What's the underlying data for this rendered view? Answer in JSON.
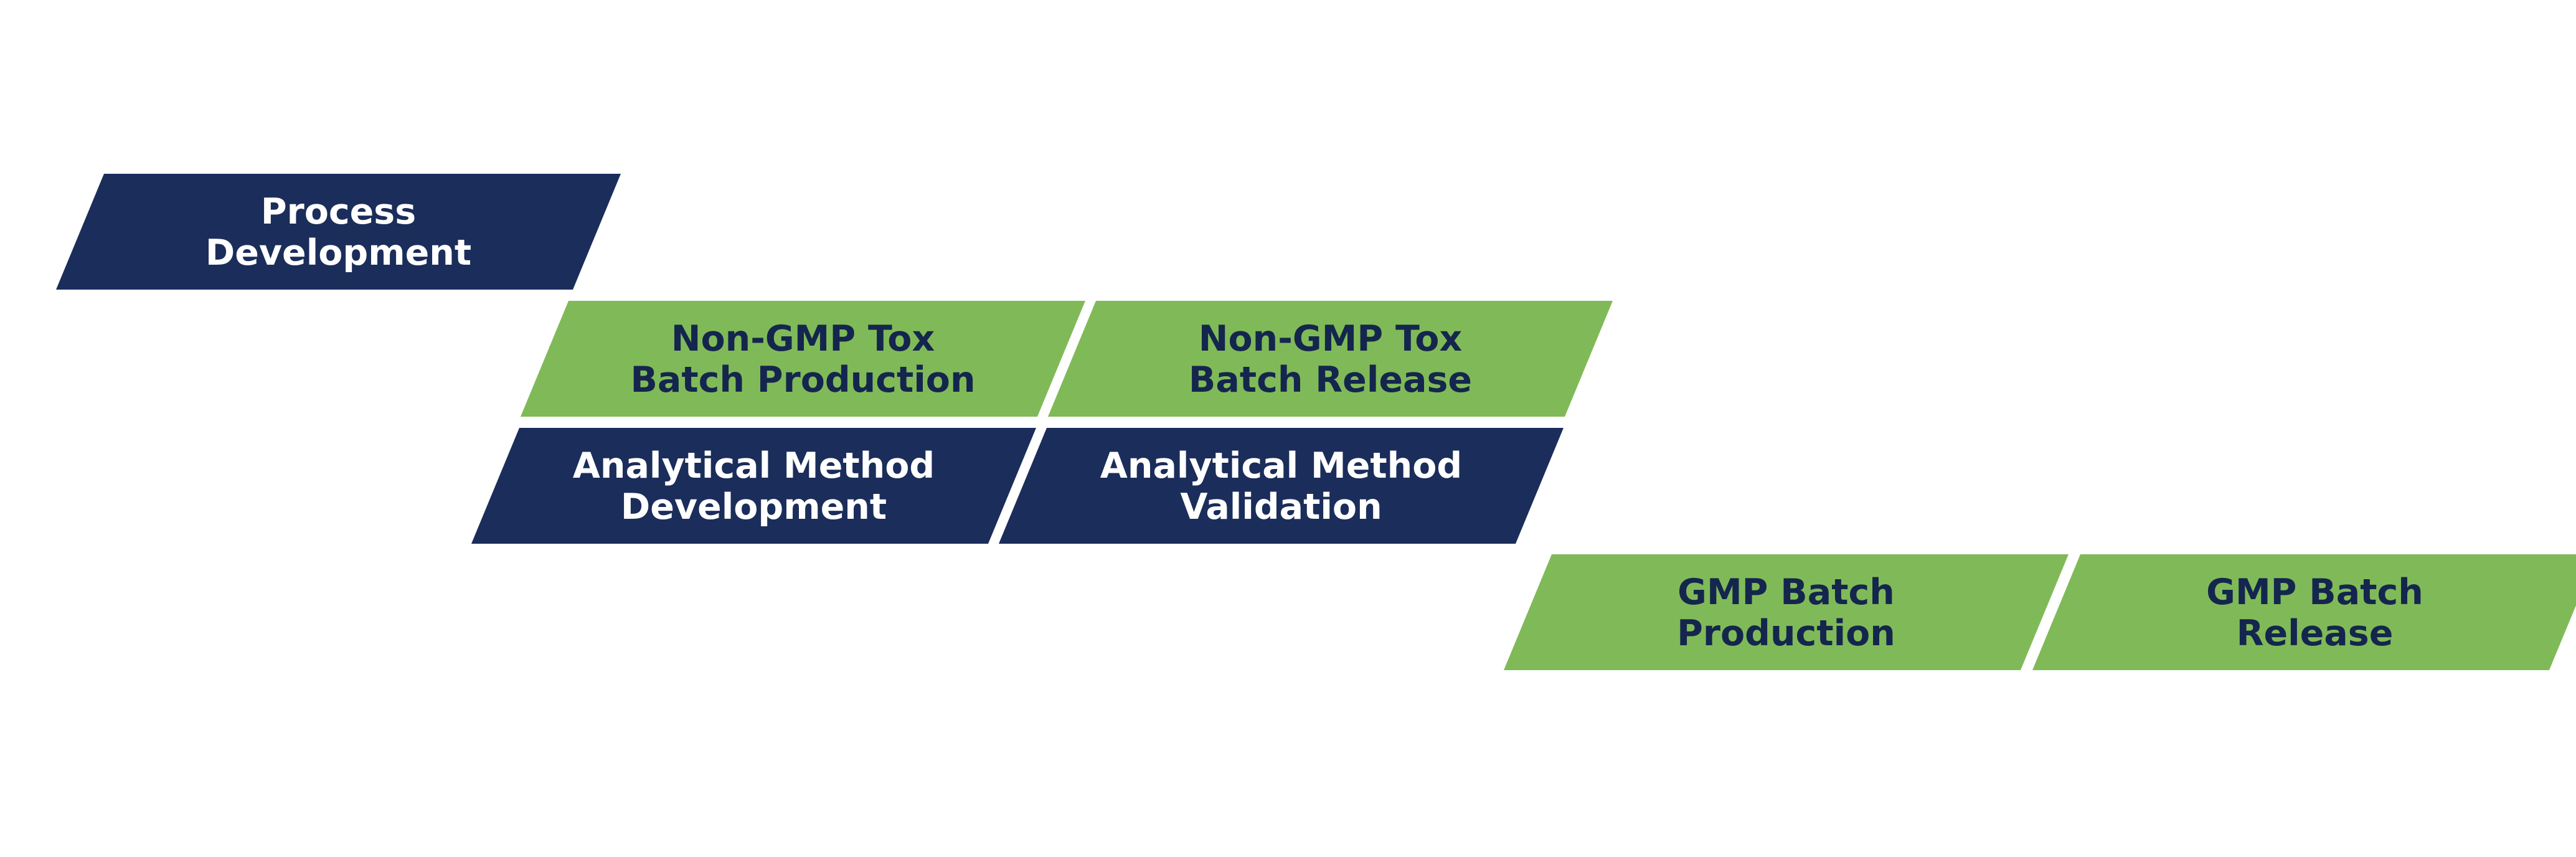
{
  "colors": {
    "navy": "#1b2d5a",
    "green": "#80ba58",
    "navy_text": "#ffffff",
    "green_text": "#14264d",
    "background": "#ffffff"
  },
  "steps": [
    {
      "id": "process-development",
      "lines": [
        "Process",
        "Development"
      ],
      "color": "navy"
    },
    {
      "id": "non-gmp-tox-batch-production",
      "lines": [
        "Non-GMP Tox",
        "Batch Production"
      ],
      "color": "green"
    },
    {
      "id": "non-gmp-tox-batch-release",
      "lines": [
        "Non-GMP Tox",
        "Batch Release"
      ],
      "color": "green"
    },
    {
      "id": "analytical-method-development",
      "lines": [
        "Analytical Method",
        "Development"
      ],
      "color": "navy"
    },
    {
      "id": "analytical-method-validation",
      "lines": [
        "Analytical Method",
        "Validation"
      ],
      "color": "navy"
    },
    {
      "id": "gmp-batch-production",
      "lines": [
        "GMP Batch",
        "Production"
      ],
      "color": "green"
    },
    {
      "id": "gmp-batch-release",
      "lines": [
        "GMP Batch",
        "Release"
      ],
      "color": "green"
    }
  ]
}
